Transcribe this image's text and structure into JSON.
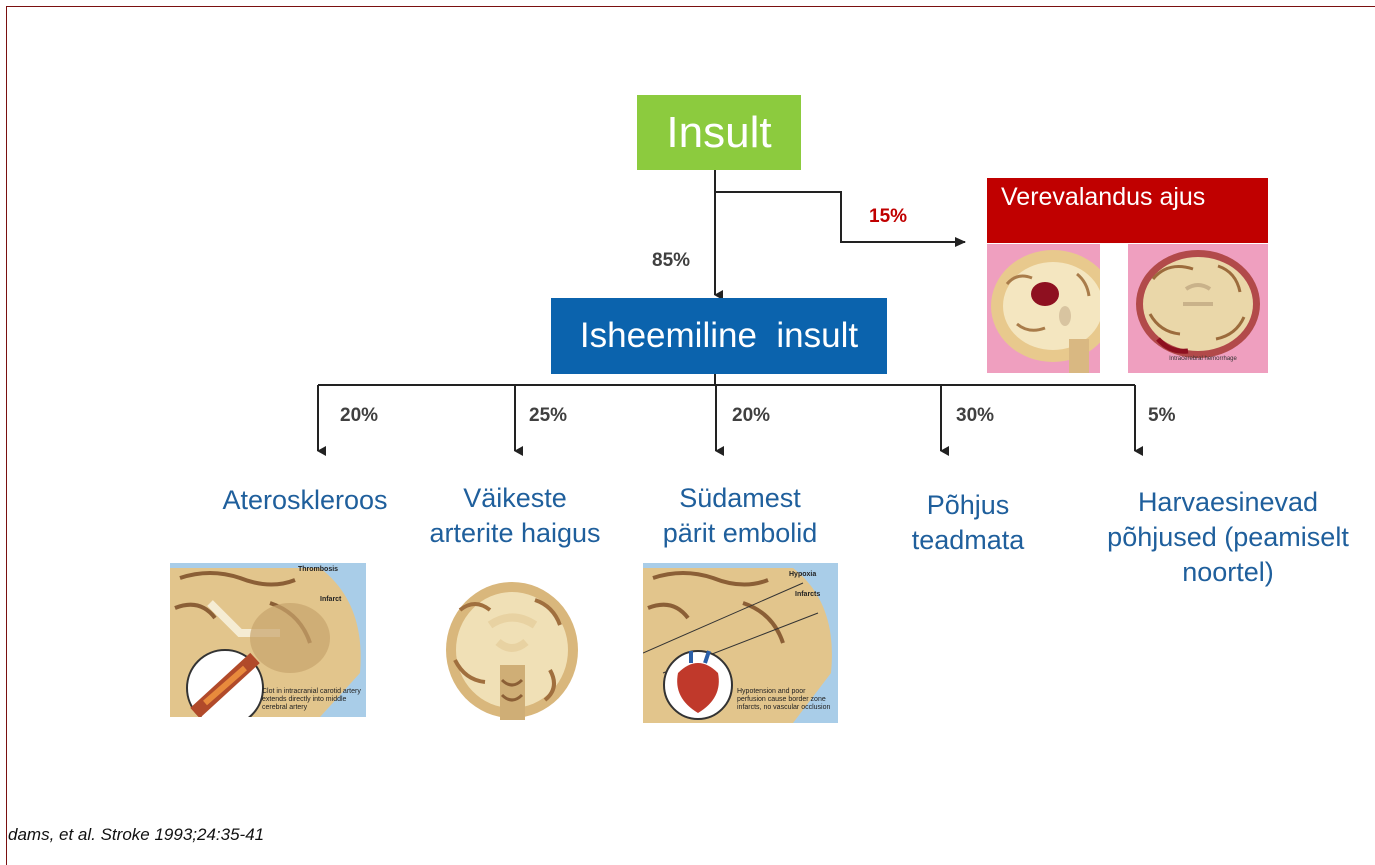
{
  "root": {
    "label": "Insult",
    "color": "#8ccb3e"
  },
  "hemorrhagic": {
    "label": "Verevalandus ajus",
    "percent": "15%",
    "color": "#c00000"
  },
  "ischemic": {
    "label": "Isheemiline  insult",
    "percent": "85%",
    "color": "#0b63ad"
  },
  "categories": [
    {
      "percent": "20%",
      "lines": [
        "Ateroskleroos"
      ]
    },
    {
      "percent": "25%",
      "lines": [
        "Väikeste",
        "arterite haigus"
      ]
    },
    {
      "percent": "20%",
      "lines": [
        "Südamest",
        "pärit embolid"
      ]
    },
    {
      "percent": "30%",
      "lines": [
        "Põhjus",
        "teadmata"
      ]
    },
    {
      "percent": "5%",
      "lines": [
        "Harvaesinevad",
        "põhjused (peamiselt",
        "noortel)"
      ]
    }
  ],
  "images": {
    "thrombosis": {
      "title": "Thrombosis",
      "label1": "Infarct",
      "caption": "Clot in intracranial carotid artery extends directly into middle cerebral artery"
    },
    "hypoxia": {
      "title": "Hypoxia",
      "label1": "Infarcts",
      "caption": "Hypotension and poor perfusion cause border zone infarcts, no vascular occlusion"
    },
    "hemorrhage2": {
      "caption": "Intracerebral hemorrhage"
    }
  },
  "citation": "dams, et al. Stroke 1993;24:35-41"
}
